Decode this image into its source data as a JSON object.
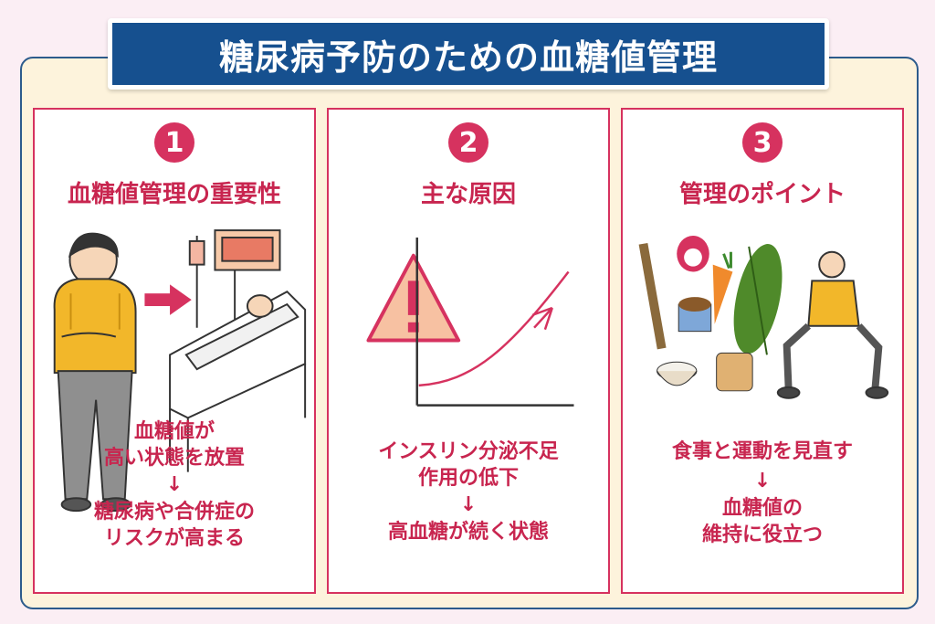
{
  "title": "糖尿病予防のための血糖値管理",
  "panels": [
    {
      "number": "1",
      "heading": "血糖値管理の重要性",
      "caption1_line1": "血糖値が",
      "caption1_line2": "高い状態を放置",
      "arrow": "↓",
      "caption2_line1": "糖尿病や合併症の",
      "caption2_line2": "リスクが高まる"
    },
    {
      "number": "2",
      "heading": "主な原因",
      "caption1_line1": "インスリン分泌不足",
      "caption1_line2": "作用の低下",
      "arrow": "↓",
      "caption2_line1": "高血糖が続く状態"
    },
    {
      "number": "3",
      "heading": "管理のポイント",
      "caption1_line1": "食事と運動を見直す",
      "arrow": "↓",
      "caption2_line1": "血糖値の",
      "caption2_line2": "維持に役立つ"
    }
  ],
  "colors": {
    "accent": "#d6325f",
    "title_bg": "#16508f",
    "frame_bg": "#fdf3dc"
  }
}
